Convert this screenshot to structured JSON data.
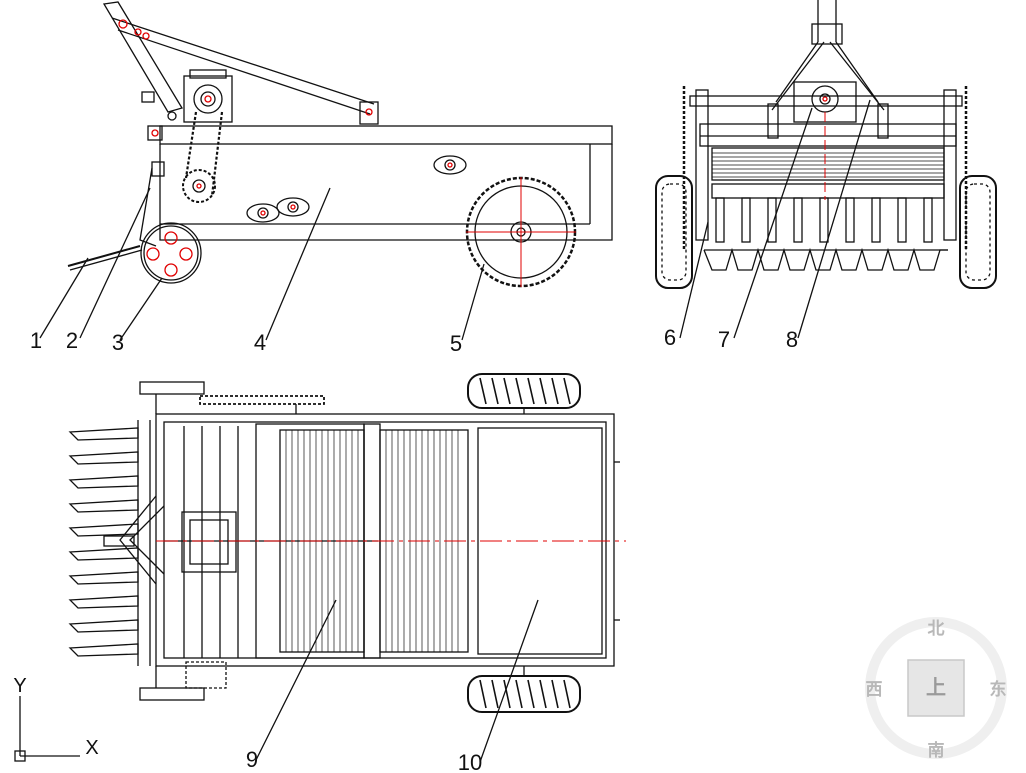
{
  "callouts": [
    "1",
    "2",
    "3",
    "4",
    "5",
    "6",
    "7",
    "8",
    "9",
    "10"
  ],
  "compass": {
    "north": "北",
    "south": "南",
    "east": "东",
    "west": "西",
    "top": "上"
  },
  "ucs": {
    "x": "X",
    "y": "Y"
  },
  "colors": {
    "line": "#111111",
    "center": "#e00000",
    "compass": "#c8c8c8"
  }
}
